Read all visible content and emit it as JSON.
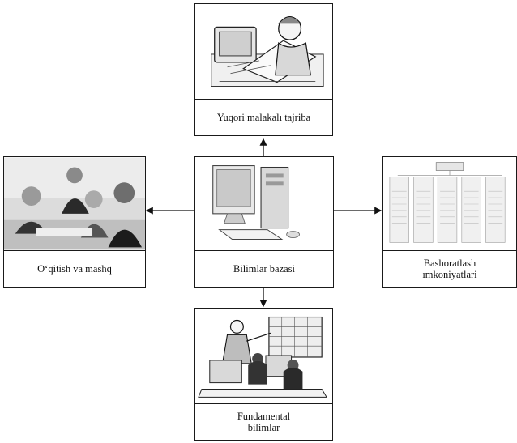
{
  "center": {
    "label": "Bilimlar bazasi",
    "image": "computer-workstation"
  },
  "top": {
    "label": "Yuqori malakalı tajriba",
    "image": "expert-cartoon"
  },
  "left": {
    "label": "O‘qitish va mashq",
    "image": "business-meeting-photo"
  },
  "right": {
    "label_lines": [
      "Bashoratlash",
      "ımkoniyatlari"
    ],
    "image": "org-chart-document"
  },
  "bottom": {
    "label_lines": [
      "Fundamental",
      "bilimlar"
    ],
    "image": "control-room-cartoon"
  }
}
